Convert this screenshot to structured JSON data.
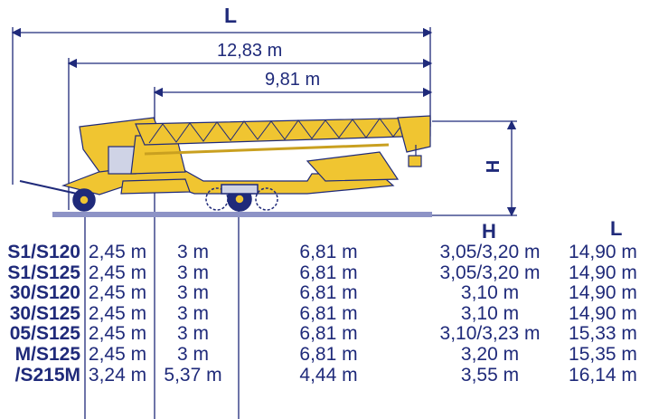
{
  "dimensions": {
    "overall_length_label": "L",
    "length_1": "12,83 m",
    "length_2": "9,81 m",
    "height_label": "H"
  },
  "table": {
    "header_h": "H",
    "header_l": "L",
    "rows": [
      {
        "model": "S1/S120",
        "c1": "2,45 m",
        "c2": "3 m",
        "c3": "6,81 m",
        "h": "3,05/3,20 m",
        "l": "14,90 m"
      },
      {
        "model": "S1/S125",
        "c1": "2,45 m",
        "c2": "3 m",
        "c3": "6,81 m",
        "h": "3,05/3,20 m",
        "l": "14,90 m"
      },
      {
        "model": "30/S120",
        "c1": "2,45 m",
        "c2": "3 m",
        "c3": "6,81 m",
        "h": "3,10 m",
        "l": "14,90 m"
      },
      {
        "model": "30/S125",
        "c1": "2,45 m",
        "c2": "3 m",
        "c3": "6,81 m",
        "h": "3,10 m",
        "l": "14,90 m"
      },
      {
        "model": "05/S125",
        "c1": "2,45 m",
        "c2": "3 m",
        "c3": "6,81 m",
        "h": "3,10/3,23 m",
        "l": "15,33 m"
      },
      {
        "model": "M/S125",
        "c1": "2,45 m",
        "c2": "3 m",
        "c3": "6,81 m",
        "h": "3,20 m",
        "l": "15,35 m"
      },
      {
        "model": "/S215M",
        "c1": "3,24 m",
        "c2": "5,37 m",
        "c3": "4,44 m",
        "h": "3,55 m",
        "l": "16,14 m"
      }
    ]
  },
  "colors": {
    "ink": "#1f2a7a",
    "crane_yellow": "#f0c531",
    "ground": "#8d93c6"
  }
}
